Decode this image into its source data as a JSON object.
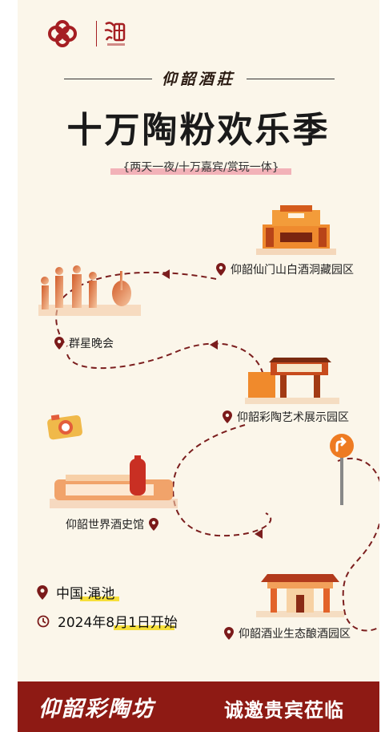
{
  "header": {
    "brand_script": "仰韶酒莊",
    "title": "十万陶粉欢乐季",
    "subtitle": "{两天一夜/十万嘉宾/赏玩一体}"
  },
  "locations": [
    {
      "id": "xianmen",
      "label": "仰韶仙门山白酒洞藏园区",
      "icon": "map-pin-icon"
    },
    {
      "id": "concert",
      "label": "群星晚会",
      "icon": "map-pin-icon"
    },
    {
      "id": "pottery",
      "label": "仰韶彩陶艺术展示园区",
      "icon": "map-pin-icon"
    },
    {
      "id": "museum",
      "label": "仰韶世界酒史馆",
      "icon": "map-pin-icon"
    },
    {
      "id": "brewery",
      "label": "仰韶酒业生态酿酒园区",
      "icon": "map-pin-icon"
    }
  ],
  "info": {
    "place": "中国·渑池",
    "date": "2024年8月1日开始"
  },
  "footer": {
    "script": "仰韶彩陶坊",
    "slogan": "诚邀贵宾莅临"
  },
  "colors": {
    "background": "#fbf6ea",
    "brand_red": "#a51e22",
    "footer": "#8e1a14",
    "route": "#7b1e1e",
    "highlight_yellow": "#f6df3a",
    "highlight_pink": "#f2b2b8",
    "sign_orange": "#ee7b22"
  }
}
